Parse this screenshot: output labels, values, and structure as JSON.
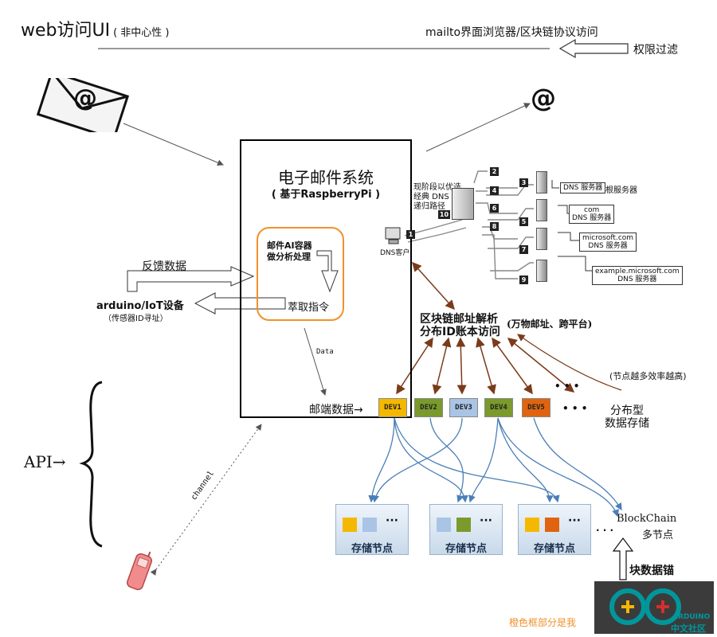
{
  "header": {
    "title_main": "web访问UI",
    "title_sub": "( 非中心性 )",
    "right_title": "mailto界面浏览器/区块链协议访问",
    "permission": "权限过滤"
  },
  "icons": {
    "envelope_at": "@",
    "at_symbol": "@"
  },
  "email_system": {
    "title": "电子邮件系统",
    "subtitle": "( 基于RaspberryPi )",
    "ai_container_line1": "邮件AI容器",
    "ai_container_line2": "做分析处理",
    "extract_command": "萃取指令",
    "data_label": "Data",
    "mail_data": "邮端数据→"
  },
  "feedback": {
    "feedback_data": "反馈数据",
    "iot_device": "arduino/IoT设备",
    "sensor_addr": "（传感器ID寻址）"
  },
  "dns": {
    "stage_line1": "现阶段以优选",
    "stage_line2": "经典 DNS",
    "stage_line3": "递归路径",
    "client": "DNS客户",
    "root_server": "DNS 服务器",
    "root_label": "根服务器",
    "com_label": "com",
    "com_server": "DNS 服务器",
    "microsoft_label": "microsoft.com",
    "microsoft_server": "DNS 服务器",
    "example_label": "example.microsoft.com",
    "example_server": "DNS 服务器",
    "nums": [
      "1",
      "2",
      "3",
      "4",
      "5",
      "6",
      "7",
      "8",
      "9",
      "10"
    ]
  },
  "blockchain_resolve": {
    "line1": "区块链邮址解析",
    "line2": "分布ID账本访问",
    "note": "(万物邮址、跨平台)",
    "efficiency": "(节点越多效率越高)"
  },
  "devices": [
    {
      "label": "DEV1",
      "color": "#f5b800"
    },
    {
      "label": "DEV2",
      "color": "#7a9a2c"
    },
    {
      "label": "DEV3",
      "color": "#a9c4e4"
    },
    {
      "label": "DEV4",
      "color": "#7a9a2c"
    },
    {
      "label": "DEV5",
      "color": "#e06410"
    }
  ],
  "dots": "• • •",
  "distributed": {
    "line1": "分布型",
    "line2": "数据存储"
  },
  "storage_nodes": [
    {
      "label": "存储节点",
      "colors": [
        "#f5b800",
        "#a9c4e4"
      ]
    },
    {
      "label": "存储节点",
      "colors": [
        "#a9c4e4",
        "#7a9a2c"
      ]
    },
    {
      "label": "存储节点",
      "colors": [
        "#f5b800",
        "#e06410"
      ]
    }
  ],
  "storage_dots": "···",
  "blockchain_nodes": {
    "line1": "BlockChain",
    "line2": "多节点",
    "dots": "· · ·",
    "anchor": "块数据锚"
  },
  "api": {
    "label": "API→"
  },
  "channel": "channel",
  "orange_note": "橙色框部分是我",
  "logo": {
    "text1": "ARDUINO",
    "text2": "中文社区"
  },
  "colors": {
    "orange": "#f0912b",
    "arrow_brown": "#7a3b1a",
    "link_blue": "#4b7fb8"
  }
}
